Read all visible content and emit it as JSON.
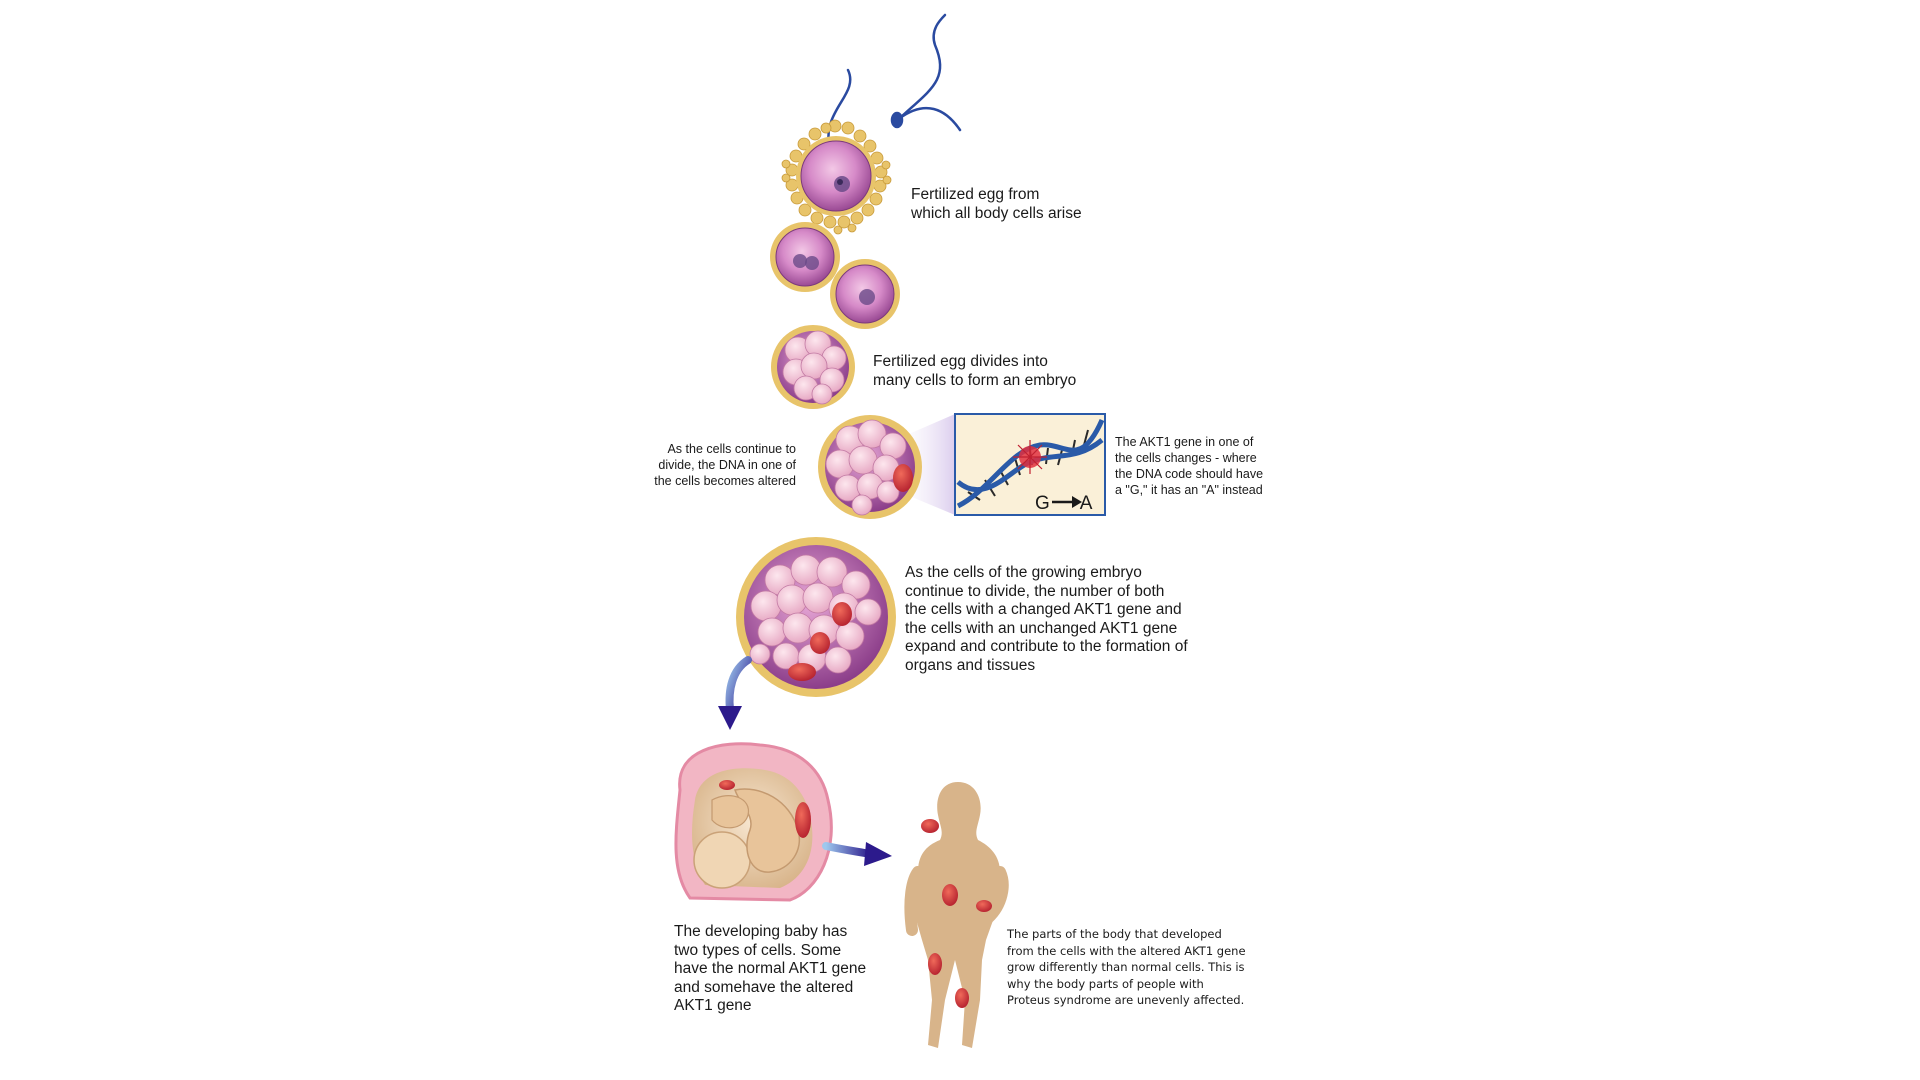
{
  "captions": {
    "fertilized_egg": [
      "Fertilized egg from",
      "which all body cells arise"
    ],
    "egg_divides": [
      "Fertilized egg divides into",
      "many cells to form an embryo"
    ],
    "dna_altered": [
      "As the cells continue to",
      "divide, the DNA in one of",
      "the cells becomes altered"
    ],
    "akt1_changes": [
      "The AKT1 gene in one of",
      "the cells changes - where",
      "the DNA code should have",
      "a \"G,\" it has an \"A\" instead"
    ],
    "embryo_grows": [
      "As the cells of the growing embryo",
      "continue to divide, the number of both",
      "the cells with a changed AKT1 gene and",
      "the cells with an unchanged AKT1 gene",
      "expand and contribute to the formation of",
      "organs and tissues"
    ],
    "baby_cells": [
      "The developing baby has",
      "two types of cells. Some",
      "have the normal AKT1 gene",
      "and somehave the altered",
      "AKT1 gene"
    ],
    "body_parts": [
      "The parts of the body that developed",
      "from the cells with the altered AKT1 gene",
      "grow differently than normal cells. This is",
      "why the body parts of people with",
      "Proteus syndrome are unevenly affected."
    ]
  },
  "mutation": {
    "from": "G",
    "to": "A"
  },
  "colors": {
    "cell_gold": "#e8c46a",
    "cell_pink": "#c678b4",
    "altered_red": "#c8323a",
    "dna_blue": "#2a5aa8",
    "skin": "#d8b48a",
    "arrow_purple": "#3a2a9a"
  }
}
